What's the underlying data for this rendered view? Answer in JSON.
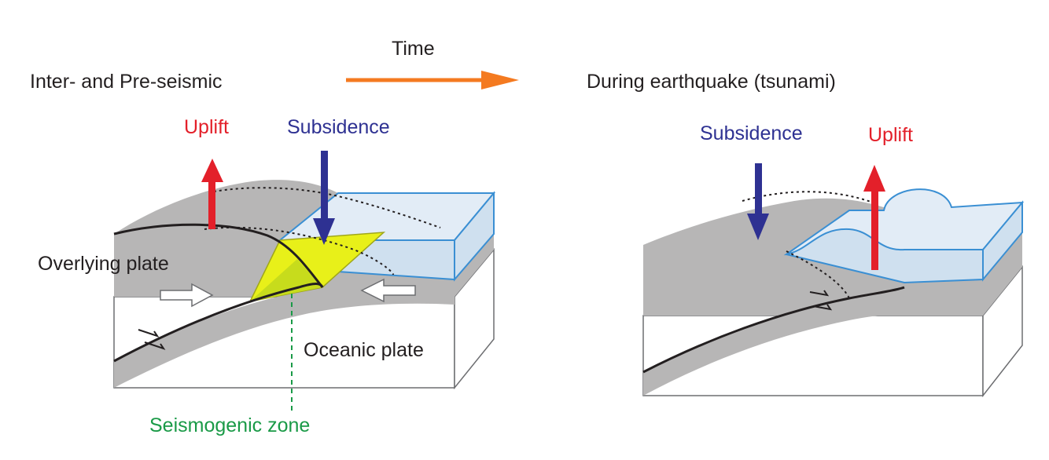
{
  "time_label": "Time",
  "left_panel": {
    "title": "Inter- and Pre-seismic",
    "uplift_label": "Uplift",
    "subsidence_label": "Subsidence",
    "overlying_plate_label": "Overlying plate",
    "oceanic_plate_label": "Oceanic plate",
    "seismogenic_zone_label": "Seismogenic zone"
  },
  "right_panel": {
    "title": "During earthquake (tsunami)",
    "subsidence_label": "Subsidence",
    "uplift_label": "Uplift"
  },
  "colors": {
    "plate_gray": "#b7b6b6",
    "ocean_blue": "#cfe0ef",
    "ocean_edge": "#3a8fd3",
    "uplift_red": "#e3202a",
    "subsidence_blue": "#2e3192",
    "seismogenic_green": "#1a9a47",
    "seismogenic_yellow": "#e8f019",
    "time_arrow_orange": "#f47a20"
  }
}
